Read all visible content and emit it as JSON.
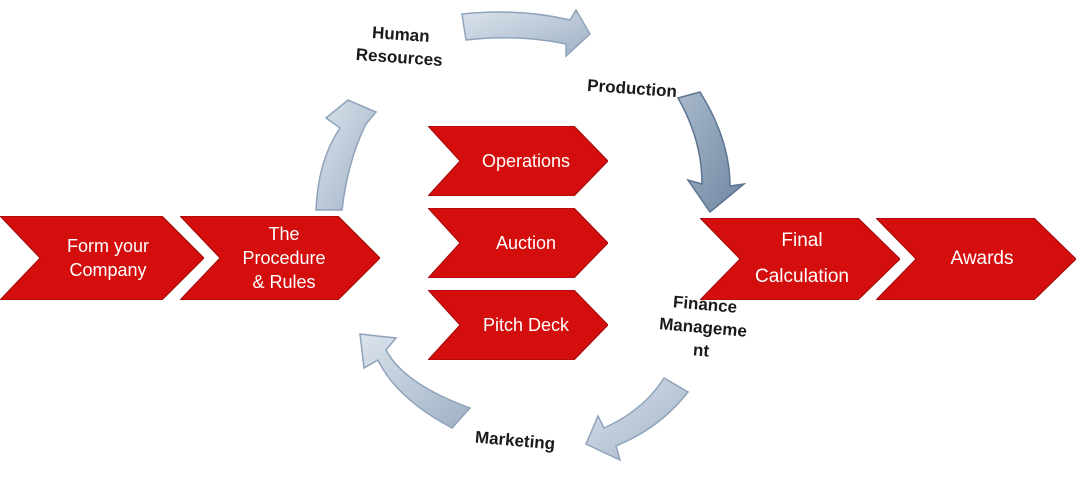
{
  "diagram": {
    "main_steps": [
      {
        "label": "Form your\nCompany"
      },
      {
        "label": "The\nProcedure\n& Rules"
      },
      {
        "label": "Final\nCalculation"
      },
      {
        "label": "Awards"
      }
    ],
    "center_steps": [
      {
        "label": "Operations"
      },
      {
        "label": "Auction"
      },
      {
        "label": "Pitch Deck"
      }
    ],
    "cycle_labels": {
      "human_resources": "Human\nResources",
      "production": "Production",
      "finance": "Finance\nManageme\nnt",
      "marketing": "Marketing"
    },
    "colors": {
      "chevron_red": "#d40d0d",
      "chevron_shadow": "#9c0808",
      "arrow_blue": "#b8c6d6",
      "arrow_blue_dark": "#7d93ab"
    }
  }
}
